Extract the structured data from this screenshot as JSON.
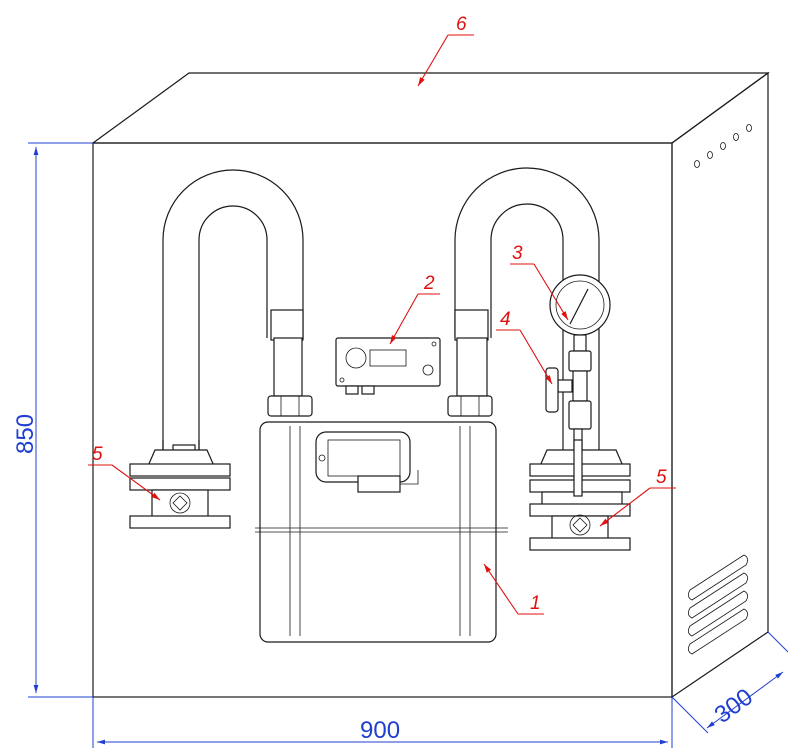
{
  "dimensions": {
    "width": "900",
    "height": "850",
    "depth": "300",
    "color": "#1f3fd0"
  },
  "callouts": [
    {
      "id": "1",
      "label": "1"
    },
    {
      "id": "2",
      "label": "2"
    },
    {
      "id": "3",
      "label": "3"
    },
    {
      "id": "4",
      "label": "4"
    },
    {
      "id": "5a",
      "label": "5"
    },
    {
      "id": "5b",
      "label": "5"
    },
    {
      "id": "6",
      "label": "6"
    }
  ],
  "colors": {
    "callout": "#e01010",
    "outline": "#1a1a1a"
  }
}
